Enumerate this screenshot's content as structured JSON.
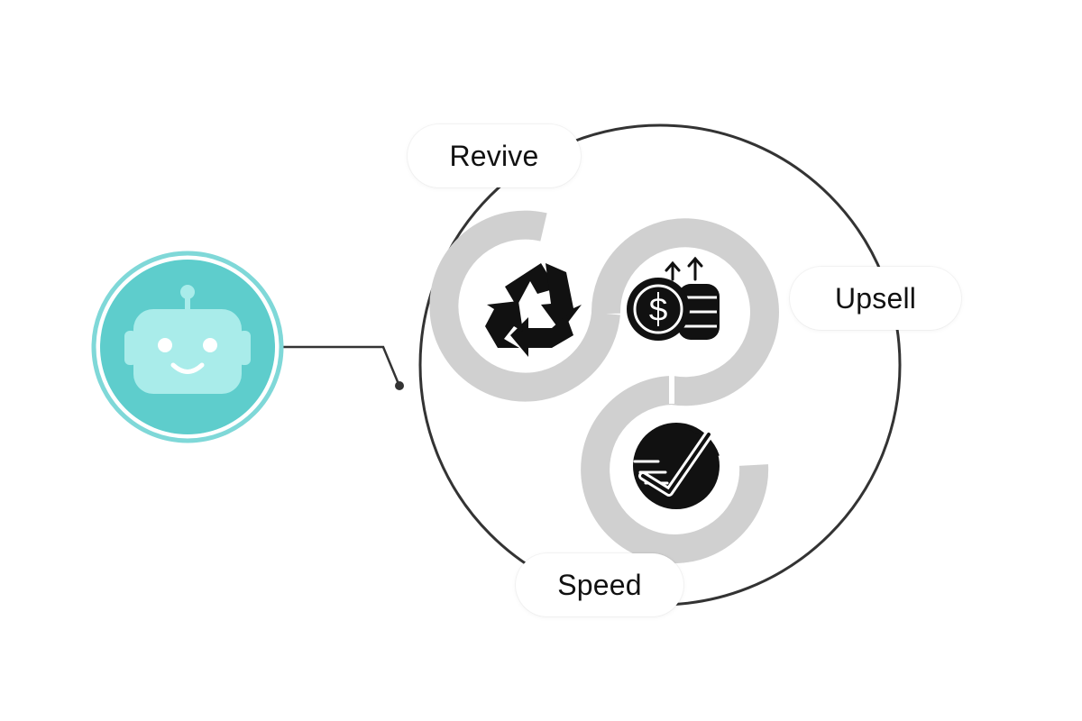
{
  "labels": {
    "revive": "Revive",
    "upsell": "Upsell",
    "speed": "Speed"
  },
  "colors": {
    "bot_ring": "#7fd8d8",
    "bot_fill": "#5ecdcc",
    "bot_face": "#a9ecea",
    "bot_features": "#ffffff",
    "flow_ribbon": "#d0d0d0",
    "outline": "#333333",
    "icon": "#111111"
  },
  "icons": {
    "bot": "robot-face-icon",
    "revive": "recycle-icon",
    "upsell": "coins-up-icon",
    "speed": "fast-check-icon"
  }
}
